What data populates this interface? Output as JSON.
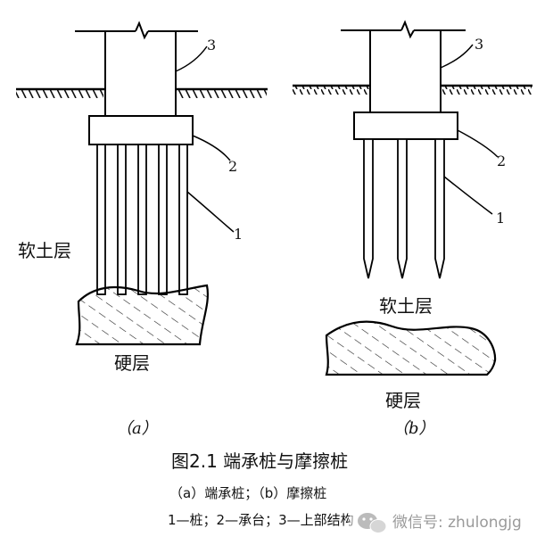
{
  "diagram_a": {
    "soft_layer_label": "软土层",
    "hard_layer_label": "硬层",
    "subfigure_label": "（a）",
    "callouts": {
      "one": "1",
      "two": "2",
      "three": "3"
    }
  },
  "diagram_b": {
    "soft_layer_label": "软土层",
    "hard_layer_label": "硬层",
    "subfigure_label": "（b）",
    "callouts": {
      "one": "1",
      "two": "2",
      "three": "3"
    }
  },
  "caption": {
    "title": "图2.1  端承桩与摩擦桩",
    "subtitle": "（a）端承桩；（b）摩擦桩",
    "legend": "1—桩；2—承台；3—上部结构"
  },
  "watermark": {
    "text": "微信号: zhulongjg",
    "icon": "wechat-icon"
  }
}
